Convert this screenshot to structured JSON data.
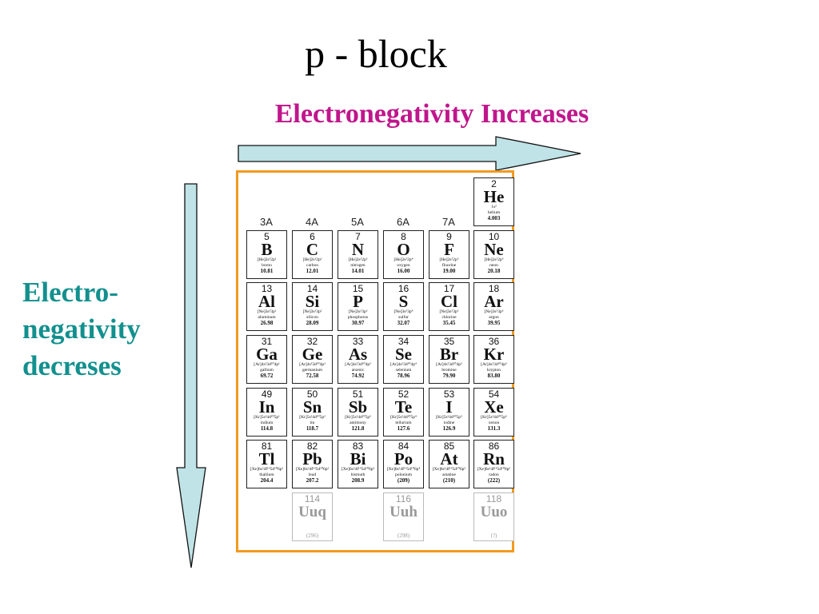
{
  "title": "p - block",
  "subtitle": "Electronegativity Increases",
  "side_label": [
    "Electro-",
    "negativity",
    "decreses"
  ],
  "colors": {
    "subtitle": "#c0168c",
    "side_label": "#12908e",
    "arrow_fill": "#bfe3e6",
    "frame": "#f29a1f"
  },
  "groups": [
    "3A",
    "4A",
    "5A",
    "6A",
    "7A"
  ],
  "helium": {
    "num": "2",
    "sym": "He",
    "cfg": "1s²",
    "name": "helium",
    "mass": "4.003"
  },
  "rows": [
    [
      {
        "num": "5",
        "sym": "B",
        "cfg": "[He]2s²2p¹",
        "name": "boron",
        "mass": "10.81"
      },
      {
        "num": "6",
        "sym": "C",
        "cfg": "[He]2s²2p²",
        "name": "carbon",
        "mass": "12.01"
      },
      {
        "num": "7",
        "sym": "N",
        "cfg": "[He]2s²2p³",
        "name": "nitrogen",
        "mass": "14.01"
      },
      {
        "num": "8",
        "sym": "O",
        "cfg": "[He]2s²2p⁴",
        "name": "oxygen",
        "mass": "16.00"
      },
      {
        "num": "9",
        "sym": "F",
        "cfg": "[He]2s²2p⁵",
        "name": "fluorine",
        "mass": "19.00"
      },
      {
        "num": "10",
        "sym": "Ne",
        "cfg": "[He]2s²2p⁶",
        "name": "neon",
        "mass": "20.18"
      }
    ],
    [
      {
        "num": "13",
        "sym": "Al",
        "cfg": "[Ne]3s²3p¹",
        "name": "aluminum",
        "mass": "26.98"
      },
      {
        "num": "14",
        "sym": "Si",
        "cfg": "[Ne]3s²3p²",
        "name": "silicon",
        "mass": "28.09"
      },
      {
        "num": "15",
        "sym": "P",
        "cfg": "[Ne]3s²3p³",
        "name": "phosphorus",
        "mass": "30.97"
      },
      {
        "num": "16",
        "sym": "S",
        "cfg": "[Ne]3s²3p⁴",
        "name": "sulfur",
        "mass": "32.07"
      },
      {
        "num": "17",
        "sym": "Cl",
        "cfg": "[Ne]3s²3p⁵",
        "name": "chlorine",
        "mass": "35.45"
      },
      {
        "num": "18",
        "sym": "Ar",
        "cfg": "[Ne]3s²3p⁶",
        "name": "argon",
        "mass": "39.95"
      }
    ],
    [
      {
        "num": "31",
        "sym": "Ga",
        "cfg": "[Ar]4s²3d¹⁰4p¹",
        "name": "gallium",
        "mass": "69.72"
      },
      {
        "num": "32",
        "sym": "Ge",
        "cfg": "[Ar]4s²3d¹⁰4p²",
        "name": "germanium",
        "mass": "72.58"
      },
      {
        "num": "33",
        "sym": "As",
        "cfg": "[Ar]4s²3d¹⁰4p³",
        "name": "arsenic",
        "mass": "74.92"
      },
      {
        "num": "34",
        "sym": "Se",
        "cfg": "[Ar]4s²3d¹⁰4p⁴",
        "name": "selenium",
        "mass": "78.96"
      },
      {
        "num": "35",
        "sym": "Br",
        "cfg": "[Ar]4s²3d¹⁰4p⁵",
        "name": "bromine",
        "mass": "79.90"
      },
      {
        "num": "36",
        "sym": "Kr",
        "cfg": "[Ar]4s²3d¹⁰4p⁶",
        "name": "krypton",
        "mass": "83.80"
      }
    ],
    [
      {
        "num": "49",
        "sym": "In",
        "cfg": "[Kr]5s²4d¹⁰5p¹",
        "name": "indium",
        "mass": "114.8"
      },
      {
        "num": "50",
        "sym": "Sn",
        "cfg": "[Kr]5s²4d¹⁰5p²",
        "name": "tin",
        "mass": "118.7"
      },
      {
        "num": "51",
        "sym": "Sb",
        "cfg": "[Kr]5s²4d¹⁰5p³",
        "name": "antimony",
        "mass": "121.8"
      },
      {
        "num": "52",
        "sym": "Te",
        "cfg": "[Kr]5s²4d¹⁰5p⁴",
        "name": "tellurium",
        "mass": "127.6"
      },
      {
        "num": "53",
        "sym": "I",
        "cfg": "[Kr]5s²4d¹⁰5p⁵",
        "name": "iodine",
        "mass": "126.9"
      },
      {
        "num": "54",
        "sym": "Xe",
        "cfg": "[Kr]5s²4d¹⁰5p⁶",
        "name": "xenon",
        "mass": "131.3"
      }
    ],
    [
      {
        "num": "81",
        "sym": "Tl",
        "cfg": "[Xe]6s²4f¹⁴5d¹⁰6p¹",
        "name": "thallium",
        "mass": "204.4"
      },
      {
        "num": "82",
        "sym": "Pb",
        "cfg": "[Xe]6s²4f¹⁴5d¹⁰6p²",
        "name": "lead",
        "mass": "207.2"
      },
      {
        "num": "83",
        "sym": "Bi",
        "cfg": "[Xe]6s²4f¹⁴5d¹⁰6p³",
        "name": "bismuth",
        "mass": "208.9"
      },
      {
        "num": "84",
        "sym": "Po",
        "cfg": "[Xe]6s²4f¹⁴5d¹⁰6p⁴",
        "name": "polonium",
        "mass": "(209)"
      },
      {
        "num": "85",
        "sym": "At",
        "cfg": "[Xe]6s²4f¹⁴5d¹⁰6p⁵",
        "name": "astatine",
        "mass": "(210)"
      },
      {
        "num": "86",
        "sym": "Rn",
        "cfg": "[Xe]6s²4f¹⁴5d¹⁰6p⁶",
        "name": "radon",
        "mass": "(222)"
      }
    ]
  ],
  "synthetic": [
    {
      "col": 1,
      "num": "114",
      "sym": "Uuq",
      "mass": "(296)"
    },
    {
      "col": 3,
      "num": "116",
      "sym": "Uuh",
      "mass": "(298)"
    },
    {
      "col": 5,
      "num": "118",
      "sym": "Uuo",
      "mass": "(?)"
    }
  ]
}
